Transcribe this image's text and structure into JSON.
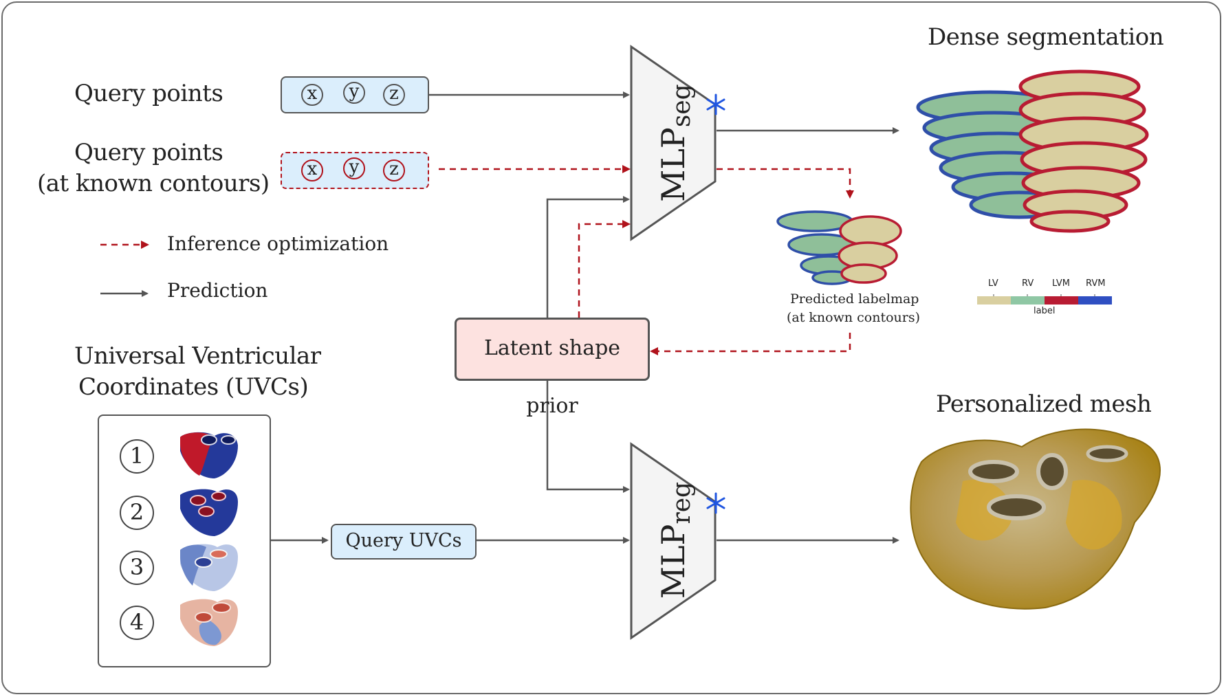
{
  "labels": {
    "query_points": "Query points",
    "query_points_known_line1": "Query points",
    "query_points_known_line2": "(at known contours)",
    "legend_inference": "Inference optimization",
    "legend_prediction": "Prediction",
    "uvc_title_line1": "Universal Ventricular",
    "uvc_title_line2": "Coordinates (UVCs)",
    "latent_prior": "Latent shape prior",
    "query_uvcs": "Query UVCs",
    "mlp_seg_main": "MLP",
    "mlp_seg_sub": "seg",
    "mlp_reg_main": "MLP",
    "mlp_reg_sub": "reg",
    "dense_segmentation": "Dense segmentation",
    "personalized_mesh": "Personalized mesh",
    "predicted_labelmap_line1": "Predicted labelmap",
    "predicted_labelmap_line2": "(at known contours)"
  },
  "coords": [
    "x",
    "y",
    "z"
  ],
  "uvc_items": [
    "1",
    "2",
    "3",
    "4"
  ],
  "colorbar": {
    "ticks": [
      "LV",
      "RV",
      "LVM",
      "RVM"
    ],
    "title": "label",
    "colors": [
      "#d9cfa0",
      "#8fc7a4",
      "#b81c33",
      "#2f4fc2"
    ]
  },
  "colors": {
    "inference_red": "#b0121b",
    "prediction_gray": "#555555",
    "query_box_fill": "#dbeefc",
    "latent_box_fill": "#fde2e0",
    "snowflake_blue": "#1f55e0"
  },
  "icons": [
    "snowflake-icon",
    "heart-segmentation-icon",
    "heart-mesh-icon",
    "heart-uvc-icon"
  ]
}
